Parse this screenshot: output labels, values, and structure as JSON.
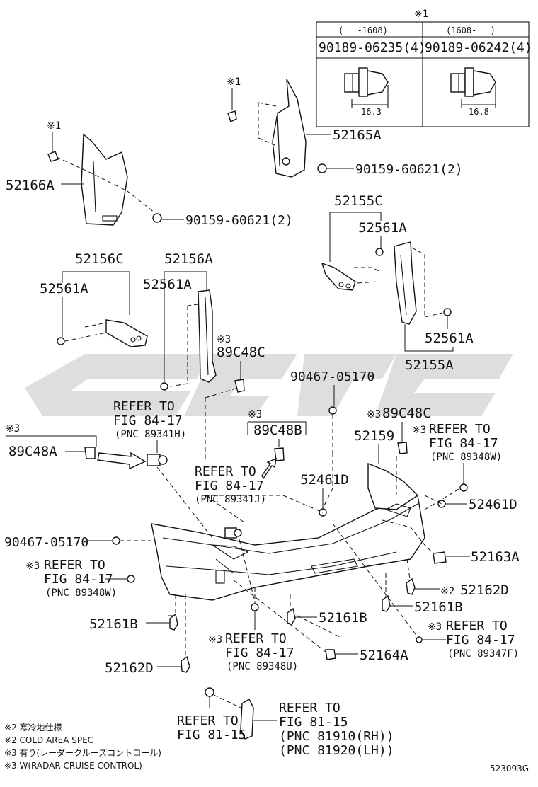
{
  "callouts": {
    "mark1": "※1",
    "mark3": "※3",
    "p52166A": "52166A",
    "p52165A": "52165A",
    "b1": "90159-60621(2)",
    "b2": "90159-60621(2)",
    "p52155C": "52155C",
    "p52561A_1": "52561A",
    "p52156C": "52156C",
    "p52156A": "52156A",
    "p52561A_2": "52561A",
    "p52561A_3": "52561A",
    "p52561A_4": "52561A",
    "p52155A": "52155A",
    "p89C48C_1": "89C48C",
    "p90467_1": "90467-05170",
    "p89C48C_2": "89C48C",
    "p52159": "52159",
    "p89C48B": "89C48B",
    "p89C48A": "89C48A",
    "p52461D_1": "52461D",
    "p52461D_2": "52461D",
    "p90467_2": "90467-05170",
    "p52163A": "52163A",
    "p52162D_1": "52162D",
    "p52161B_1": "52161B",
    "p52161B_2": "52161B",
    "p52161B_3": "52161B",
    "p52164A": "52164A",
    "p52162D_2": "52162D",
    "mark2": "※2"
  },
  "refs": {
    "refer_to": "REFER TO",
    "fig_84_17": "FIG 84-17",
    "fig_81_15": "FIG 81-15",
    "pnc_89341H": "(PNC 89341H)",
    "pnc_89341J": "(PNC 89341J)",
    "pnc_89348W": "(PNC 89348W)",
    "pnc_89348U": "(PNC 89348U)",
    "pnc_89347F": "(PNC 89347F)",
    "pnc_81910": "(PNC 81910(RH))",
    "pnc_81920": "(PNC 81920(LH))"
  },
  "clip_table": {
    "mark": "※1",
    "col1_range": "(　 -1608)",
    "col2_range": "(1608- 　)",
    "col1_part": "90189-06235(4)",
    "col2_part": "90189-06242(4)",
    "col1_dim": "16.3",
    "col2_dim": "16.8"
  },
  "notes": [
    "※2 寒冷地仕様",
    "※2 COLD AREA SPEC",
    "※3 有り(レーダークルーズコントロール)",
    "※3 W(RADAR CRUISE CONTROL)"
  ],
  "diagram_id": "523093G"
}
